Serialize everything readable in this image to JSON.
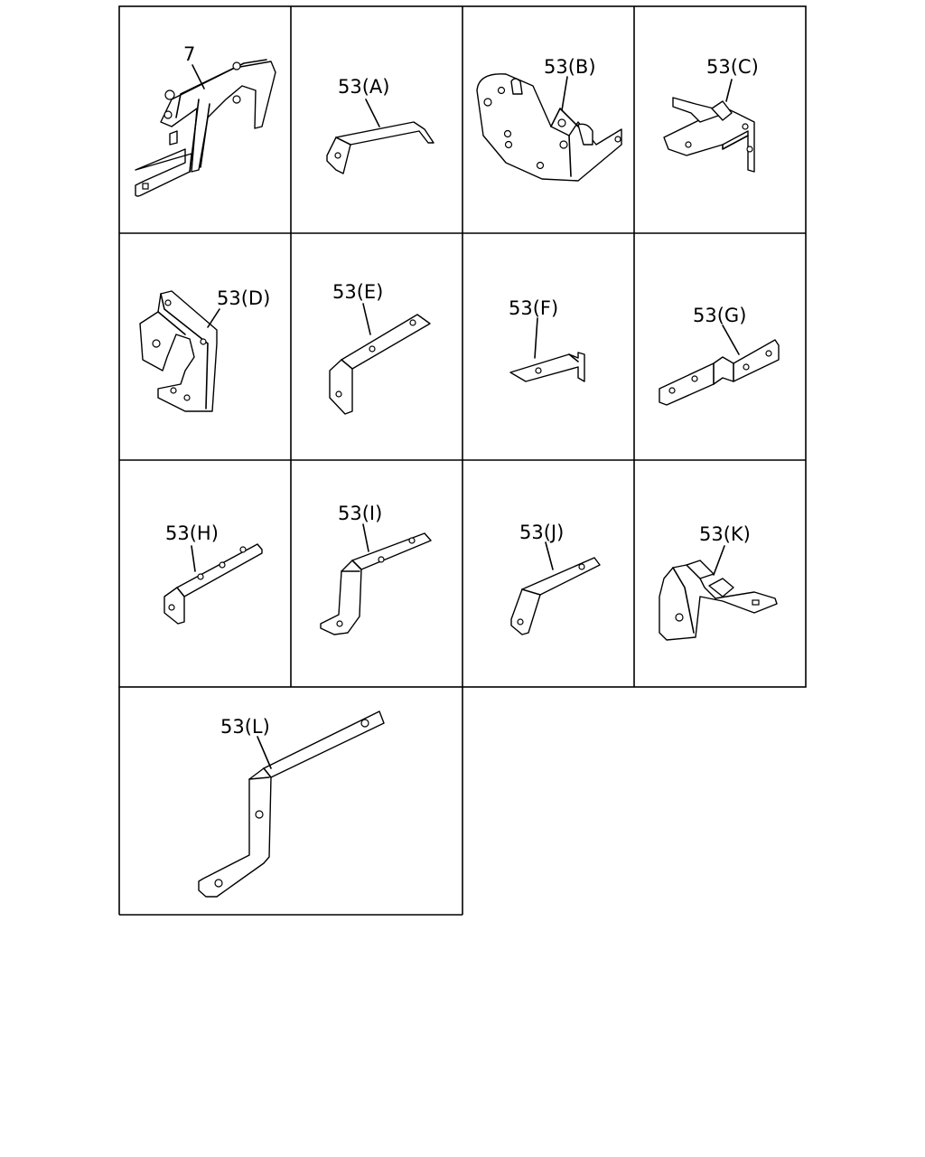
{
  "parts": [
    {
      "id": "p7",
      "label": "7"
    },
    {
      "id": "pA",
      "label": "53(A)"
    },
    {
      "id": "pB",
      "label": "53(B)"
    },
    {
      "id": "pC",
      "label": "53(C)"
    },
    {
      "id": "pD",
      "label": "53(D)"
    },
    {
      "id": "pE",
      "label": "53(E)"
    },
    {
      "id": "pF",
      "label": "53(F)"
    },
    {
      "id": "pG",
      "label": "53(G)"
    },
    {
      "id": "pH",
      "label": "53(H)"
    },
    {
      "id": "pI",
      "label": "53(I)"
    },
    {
      "id": "pJ",
      "label": "53(J)"
    },
    {
      "id": "pK",
      "label": "53(K)"
    },
    {
      "id": "pL",
      "label": "53(L)"
    }
  ]
}
